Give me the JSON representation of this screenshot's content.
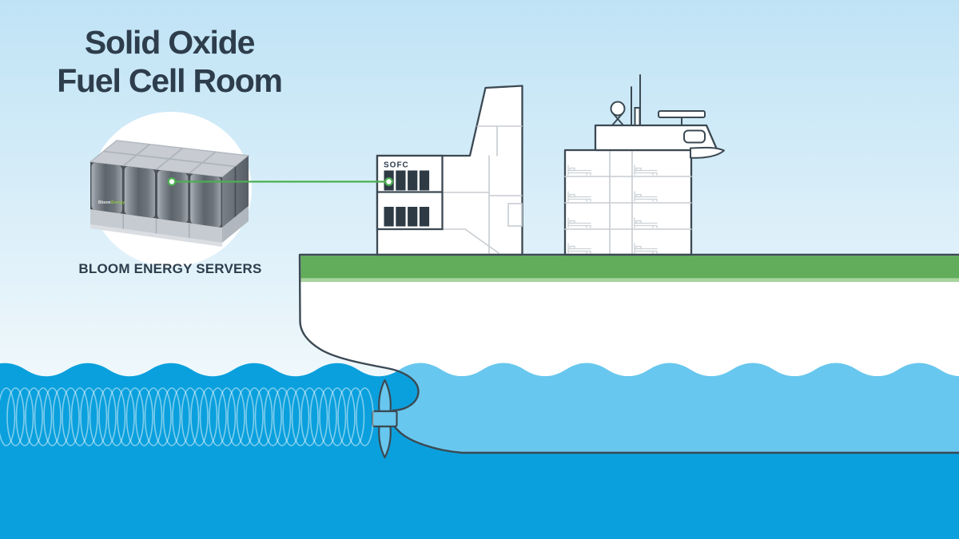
{
  "title": {
    "line1": "Solid Oxide",
    "line2": "Fuel Cell Room"
  },
  "server_unit": {
    "caption": "BLOOM ENERGY SERVERS",
    "logo_bloom": "Bloom",
    "logo_energy": "Energy"
  },
  "ship": {
    "fuel_cell_room_label": "SOFC"
  },
  "colors": {
    "sky_top": "#bfe3f5",
    "sky_bottom": "#eef7fb",
    "water": "#0aa0dd",
    "water_over_hull": "#68c7ee",
    "deck_green": "#61ad5b",
    "deck_green_light": "#a7d39d",
    "outline_dark": "#3b4953",
    "interior_line": "#c7ccd1",
    "fuel_cell_panel_dark": "#2e3b45",
    "accent_green": "#4caf50",
    "text_dark": "#2e3d4c"
  }
}
